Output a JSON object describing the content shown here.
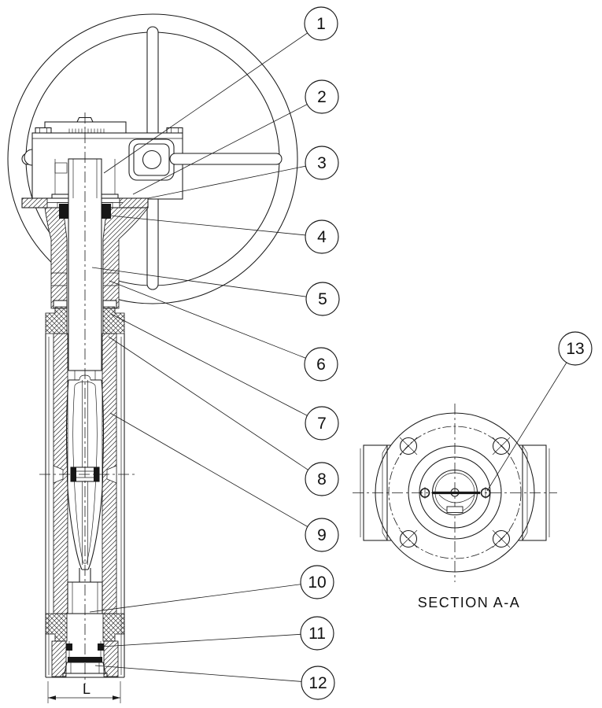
{
  "labels": {
    "section_title": "SECTION A-A",
    "dimension_length": "L"
  },
  "callouts": [
    {
      "label": "1"
    },
    {
      "label": "2"
    },
    {
      "label": "3"
    },
    {
      "label": "4"
    },
    {
      "label": "5"
    },
    {
      "label": "6"
    },
    {
      "label": "7"
    },
    {
      "label": "8"
    },
    {
      "label": "9"
    },
    {
      "label": "10"
    },
    {
      "label": "11"
    },
    {
      "label": "12"
    },
    {
      "label": "13"
    }
  ],
  "style": {
    "line_color": "#1a1a1a",
    "background_color": "#ffffff"
  }
}
